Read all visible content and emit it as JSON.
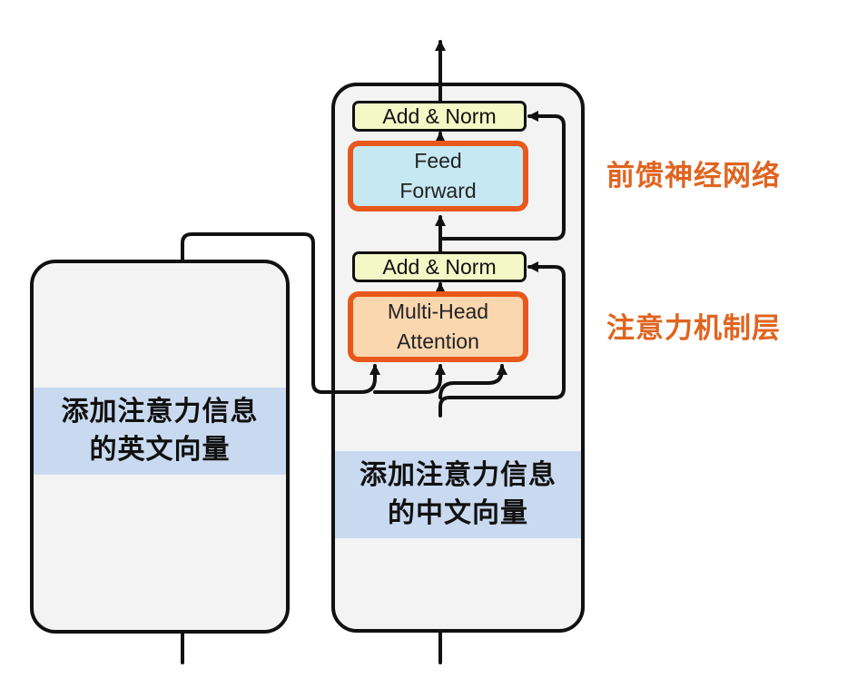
{
  "encoder": {
    "band_line1": "添加注意力信息",
    "band_line2": "的英文向量"
  },
  "decoder": {
    "add_norm_top": "Add & Norm",
    "add_norm_bottom": "Add & Norm",
    "feed_forward_line1": "Feed",
    "feed_forward_line2": "Forward",
    "attention_line1": "Multi-Head",
    "attention_line2": "Attention",
    "band_line1": "添加注意力信息",
    "band_line2": "的中文向量"
  },
  "annotations": {
    "feed_forward_label": "前馈神经网络",
    "attention_label": "注意力机制层"
  },
  "colors": {
    "highlight_border": "#e8581c",
    "annotation_text": "#e0641f",
    "band_fill": "#c9daf0",
    "norm_fill": "#f4f7c6",
    "feed_forward_fill": "#c6e8f3",
    "attention_fill": "#fbd7b0",
    "block_fill": "#f3f3f3"
  }
}
